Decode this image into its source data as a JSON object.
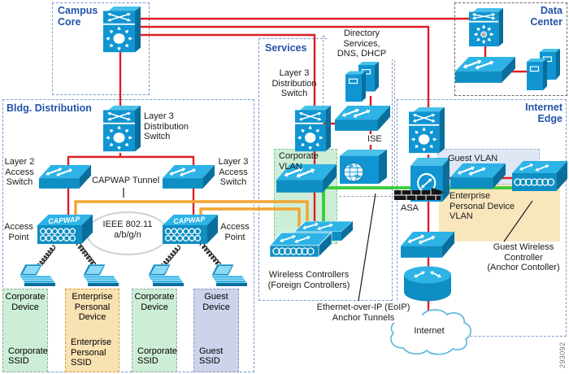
{
  "colors": {
    "line_red": "#dd1f26",
    "tunnel_orange": "#f2a432",
    "eoip_green": "#38cc38",
    "region_border_blue": "#7b9bd2",
    "title_blue": "#2353a8",
    "icon_blue": "#1095d2",
    "corporate_fill": "#cdeed6",
    "enterprise_fill": "#f8e2b2",
    "guest_fill": "#ccd3ea",
    "guest_vlan_fill": "#dfe7f5",
    "datacenter_border": "#666666",
    "directory_border": "#9aa0a8"
  },
  "regions": {
    "campus_core": "Campus\nCore",
    "bldg_distribution": "Bldg. Distribution",
    "services": "Services",
    "directory": "Directory\nServices,\nDNS, DHCP",
    "data_center": "Data\nCenter",
    "internet_edge": "Internet\nEdge"
  },
  "labels": {
    "layer3_dist": "Layer 3\nDistribution\nSwitch",
    "layer2_access": "Layer 2\nAccess\nSwitch",
    "layer3_access": "Layer 3\nAccess\nSwitch",
    "capwap_tunnel": "CAPWAP Tunnel",
    "access_point": "Access\nPoint",
    "ieee": "IEEE 802.11\na/b/g/n",
    "ise": "ISE",
    "wireless_controllers": "Wireless Controllers\n(Foreign Controllers)",
    "eoip": "Ethernet-over-IP (EoIP)\nAnchor Tunnels",
    "asa": "ASA",
    "guest_wlc": "Guest Wireless\nController\n(Anchor Contoller)",
    "internet": "Internet",
    "ap_badge": "CAPWAP"
  },
  "vlans": {
    "corporate": "Corporate\nVLAN",
    "guest": "Guest VLAN",
    "enterprise_personal_device": "Enterprise\nPersonal Device\nVLAN"
  },
  "ssid_boxes": [
    {
      "device": "Corporate\nDevice",
      "ssid": "Corporate\nSSID"
    },
    {
      "device": "Enterprise\nPersonal\nDevice",
      "ssid": "Enterprise\nPersonal\nSSID"
    },
    {
      "device": "Corporate\nDevice",
      "ssid": "Corporate\nSSID"
    },
    {
      "device": "Guest\nDevice",
      "ssid": "Guest\nSSID"
    }
  ],
  "figure_number": "293092"
}
